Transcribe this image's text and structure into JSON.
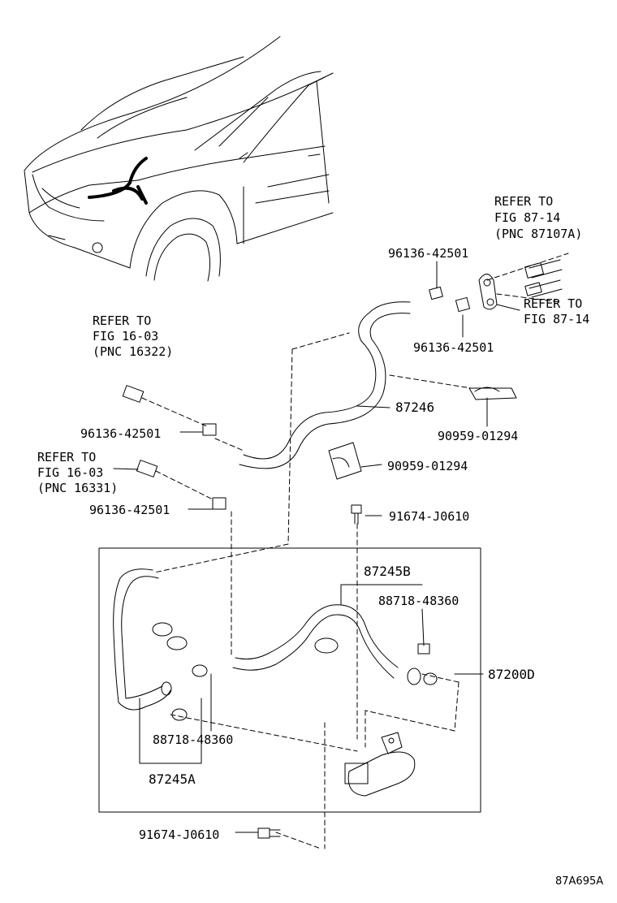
{
  "references": {
    "ref_87107a": {
      "line1": "REFER TO",
      "line2": "FIG 87-14",
      "line3": "(PNC 87107A)"
    },
    "ref_87_14": {
      "line1": "REFER TO",
      "line2": "FIG 87-14"
    },
    "ref_16322": {
      "line1": "REFER TO",
      "line2": "FIG 16-03",
      "line3": "(PNC 16322)"
    },
    "ref_16331": {
      "line1": "REFER TO",
      "line2": "FIG 16-03",
      "line3": "(PNC 16331)"
    }
  },
  "parts": {
    "clip_upper_top": "96136-42501",
    "clip_upper_bottom": "96136-42501",
    "clip_left_upper": "96136-42501",
    "clip_left_lower": "96136-42501",
    "hose_87246": "87246",
    "bracket_upper": "90959-01294",
    "bracket_lower": "90959-01294",
    "bolt_upper": "91674-J0610",
    "hose_87245b": "87245B",
    "clamp_right": "88718-48360",
    "assembly_87200d": "87200D",
    "clamp_left": "88718-48360",
    "hose_87245a": "87245A",
    "bolt_lower": "91674-J0610"
  },
  "figure_id": "87A695A"
}
